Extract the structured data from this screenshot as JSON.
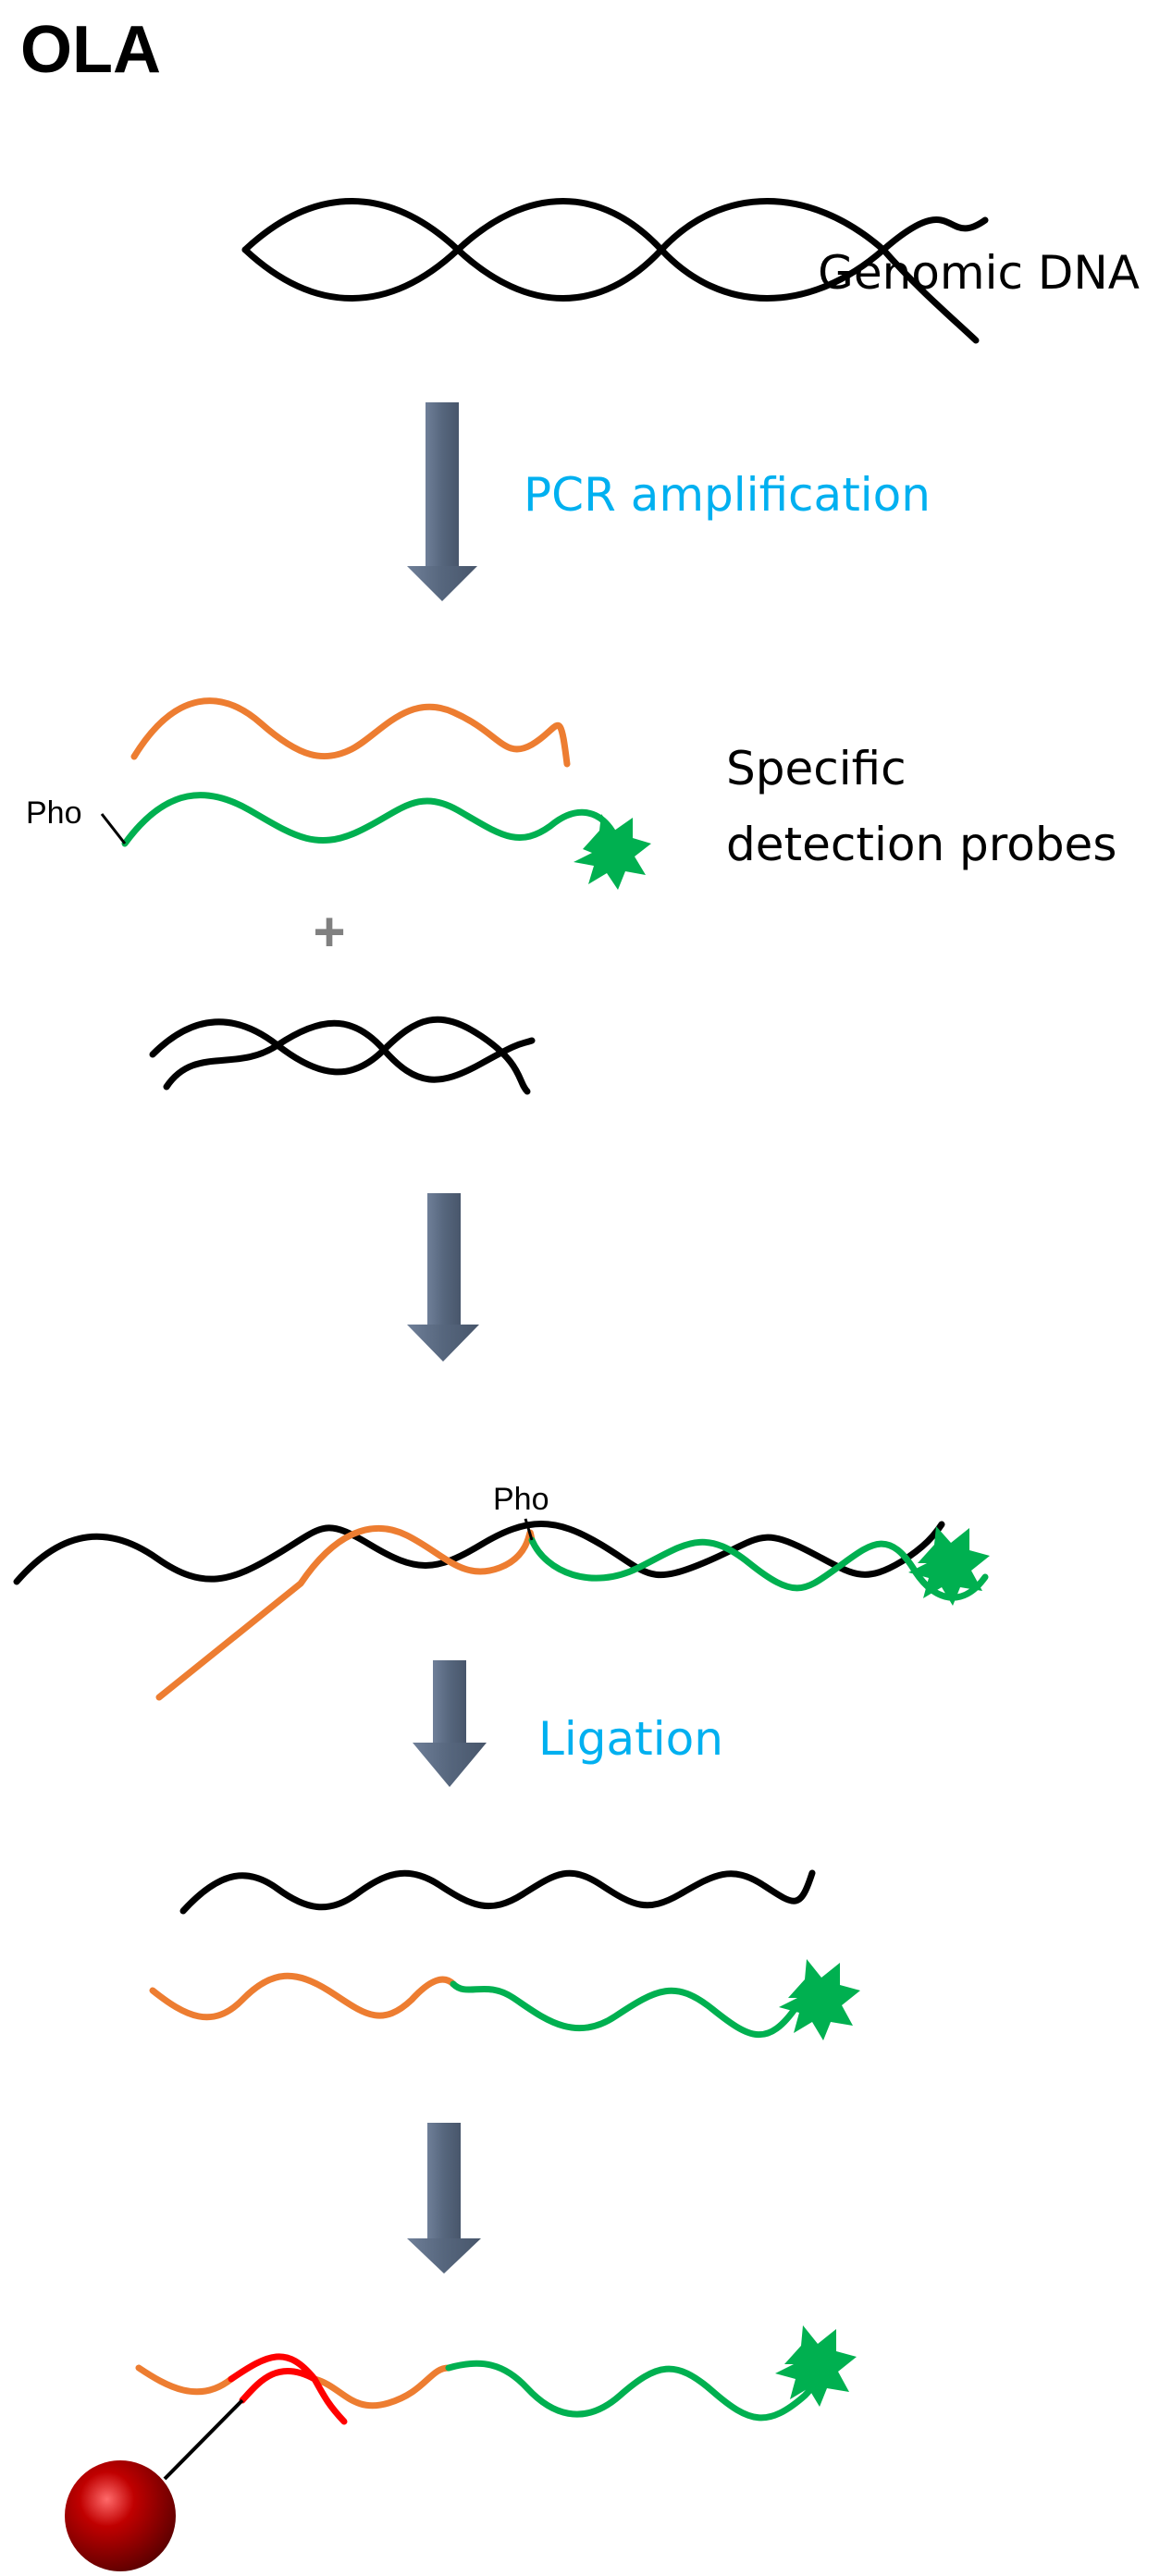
{
  "title": "OLA",
  "labels": {
    "genomic_dna": "Genomic DNA",
    "pcr_amplification": "PCR amplification",
    "probes_line1": "Specific",
    "probes_line2": "detection probes",
    "pho": "Pho",
    "plus": "+",
    "ligation": "Ligation"
  },
  "colors": {
    "dna": "#000000",
    "orange_probe": "#ED7D31",
    "green_probe": "#00B050",
    "red_segment": "#FF0000",
    "arrow": "#5B6B82",
    "step_text": "#00B0F0",
    "plus": "#808080",
    "bead": "#A00000"
  },
  "icons": {
    "fluorophore": "green-star-burst-icon",
    "bead": "red-bead-icon",
    "arrow": "down-arrow-icon"
  }
}
